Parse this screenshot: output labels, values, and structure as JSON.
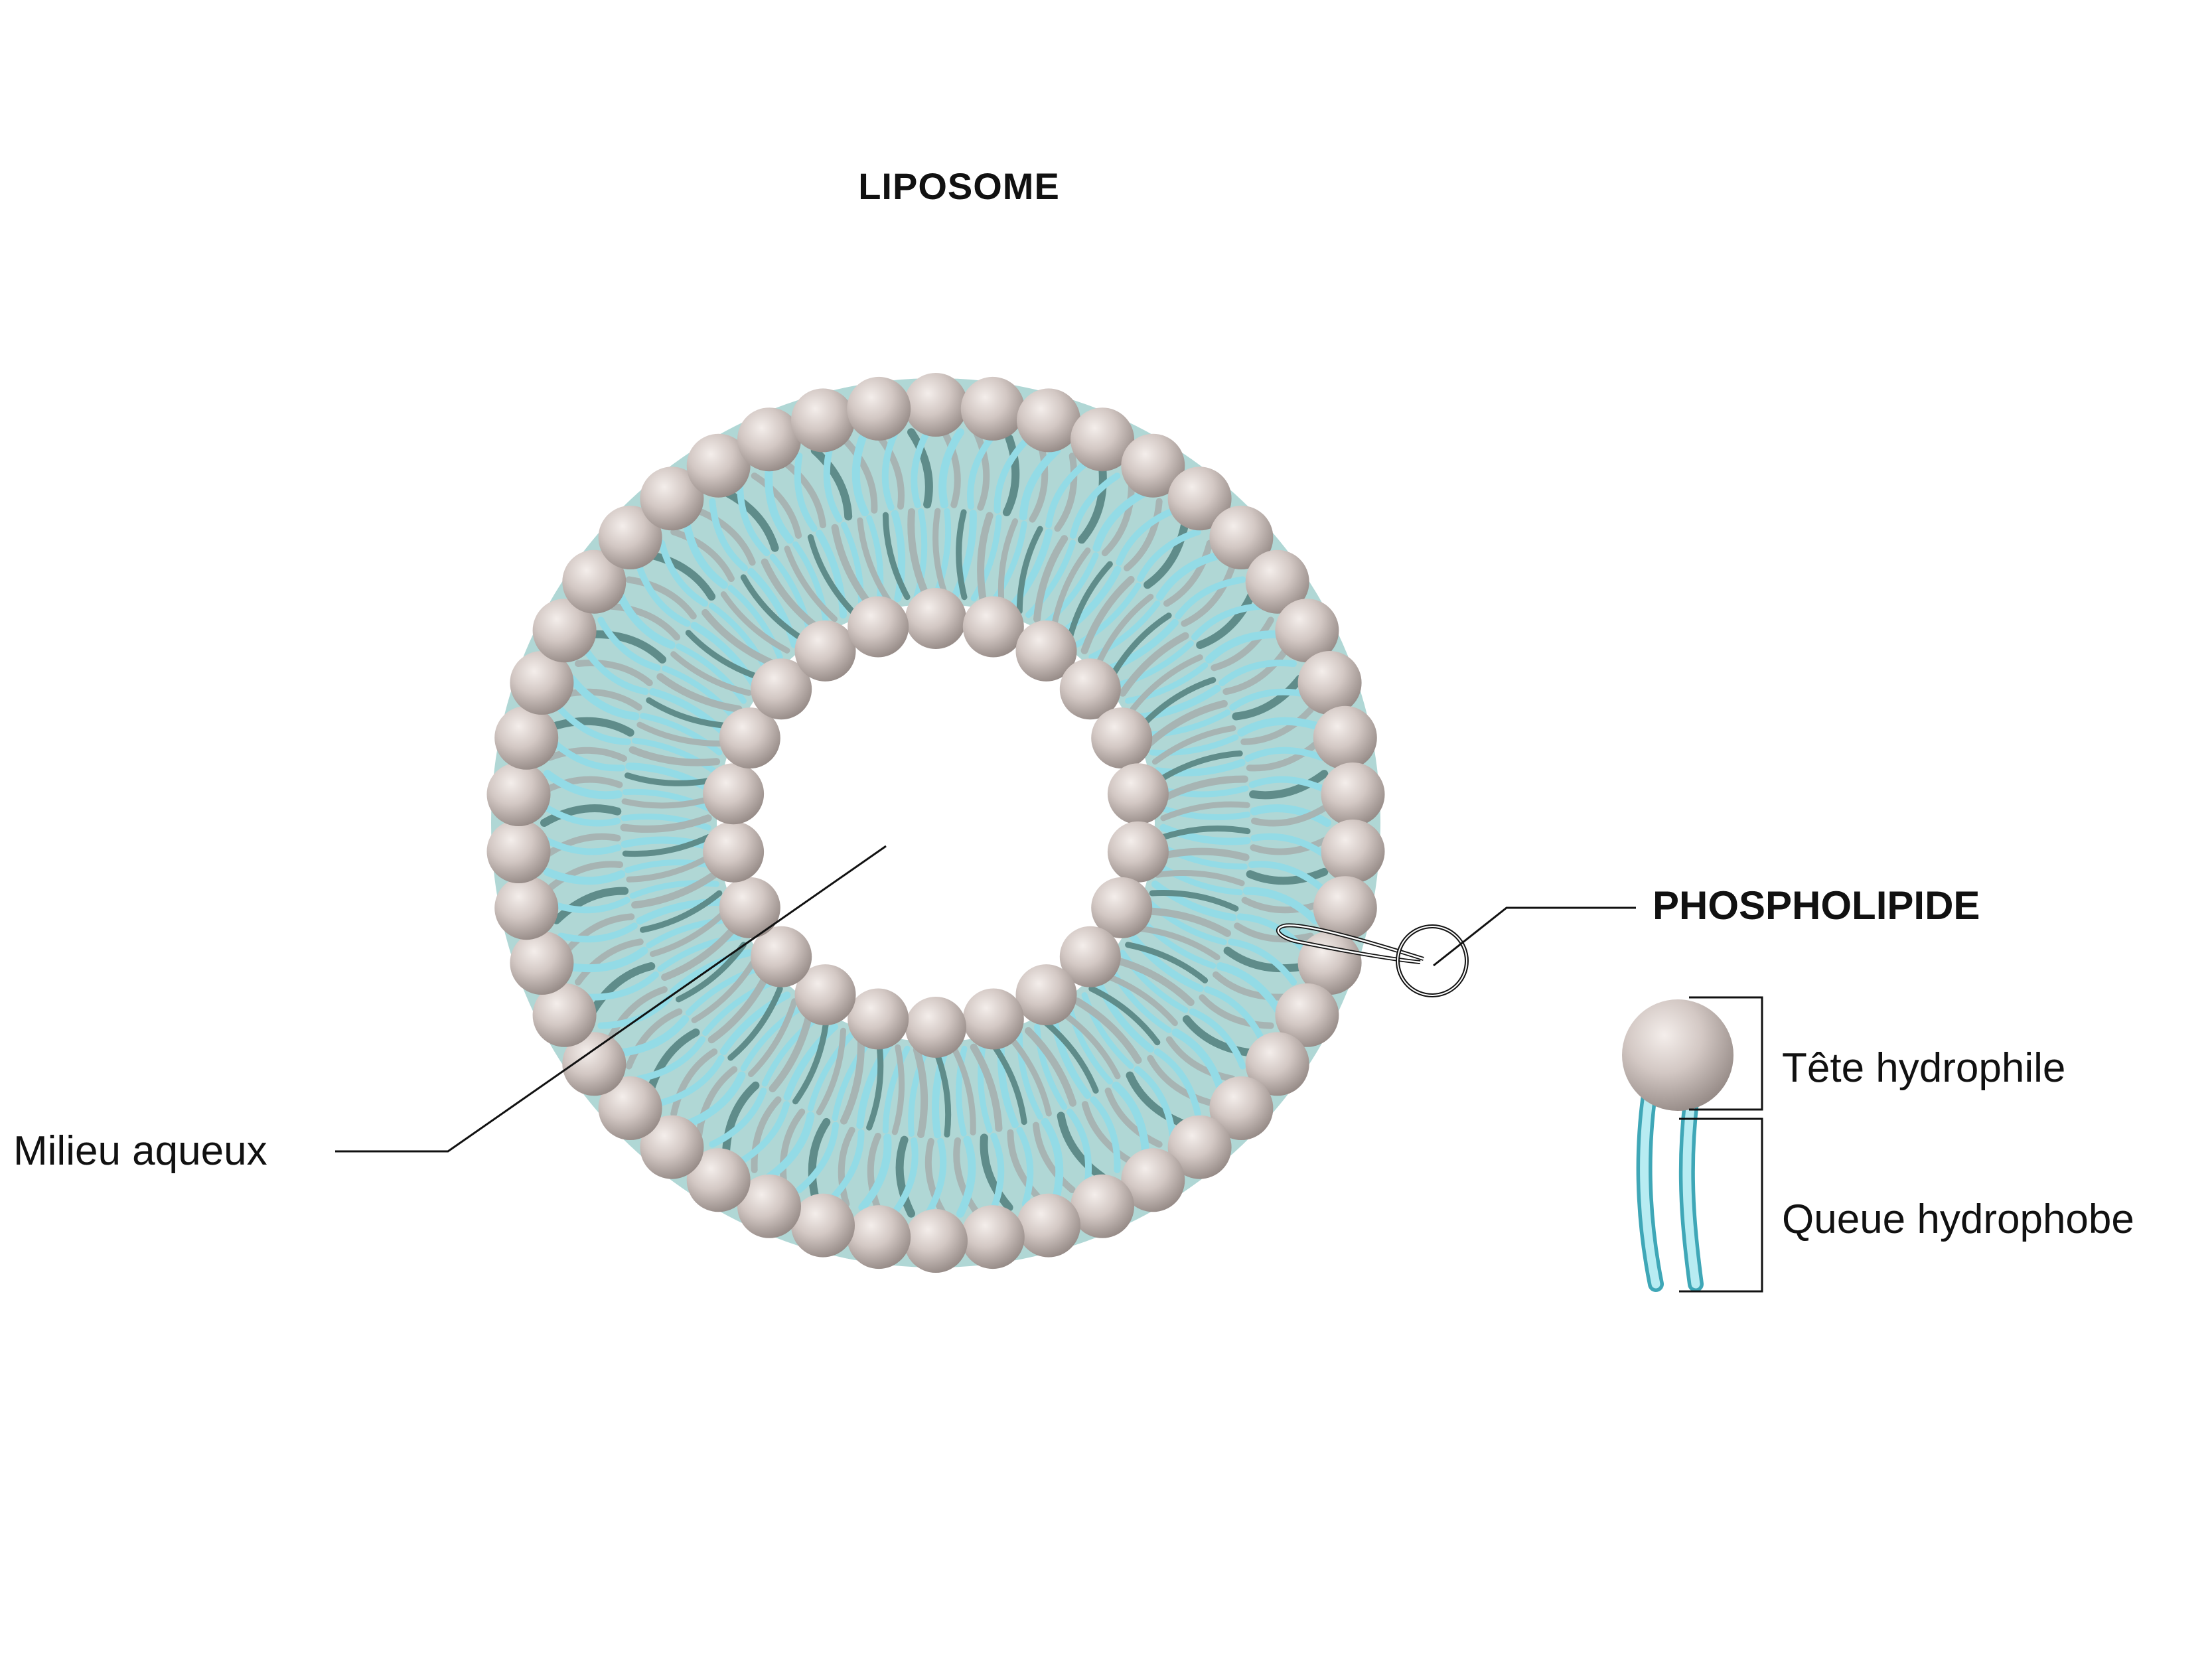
{
  "title": "LIPOSOME",
  "labels": {
    "phospholipid": "PHOSPHOLIPIDE",
    "aqueous": "Milieu aqueux",
    "head": "Tête hydrophile",
    "tail": "Queue hydrophobe"
  },
  "colors": {
    "head": "#cbbfbb",
    "head_highlight": "#f2ece9",
    "head_shadow": "#8f8480",
    "tail_light": "#93dbe6",
    "tail_gray": "#a7b4b3",
    "tail_dark": "#5f8c8a",
    "core_fill": "#6fb7b3"
  }
}
